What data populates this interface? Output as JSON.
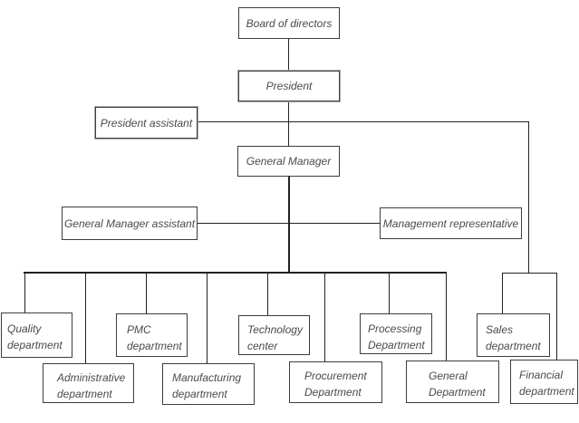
{
  "diagram": {
    "type": "organization-chart",
    "background_color": "#ffffff",
    "line_color": "#222222",
    "box_border_color": "#3d3d3d",
    "text_color": "#4a4a4a",
    "nodes": {
      "board_of_directors": {
        "label": "Board of directors"
      },
      "president": {
        "label": "President"
      },
      "president_assistant": {
        "label": "President assistant"
      },
      "general_manager": {
        "label": "General Manager"
      },
      "general_manager_assistant": {
        "label": "General Manager assistant"
      },
      "management_representative": {
        "label": "Management representative"
      },
      "quality_department": {
        "label": "Quality\ndepartment"
      },
      "administrative_department": {
        "label": "Administrative\ndepartment"
      },
      "pmc_department": {
        "label": "PMC\ndepartment"
      },
      "manufacturing_department": {
        "label": "Manufacturing\ndepartment"
      },
      "technology_center": {
        "label": "Technology\ncenter"
      },
      "procurement_department": {
        "label": "Procurement\nDepartment"
      },
      "processing_department": {
        "label": "Processing\nDepartment"
      },
      "general_department": {
        "label": "General\nDepartment"
      },
      "sales_department": {
        "label": "Sales\ndepartment"
      },
      "financial_department": {
        "label": "Financial\ndepartment"
      }
    },
    "connections": [
      "board_of_directors - president",
      "president - general_manager",
      "president_assistant - joined to president/general_manager line",
      "general_manager_assistant - joined to general_manager line",
      "management_representative - joined to general_manager line",
      "general_manager - quality_department, administrative_department, pmc_department, manufacturing_department, technology_center, procurement_department, processing_department, general_department",
      "president_assistant line - sales_department, financial_department"
    ]
  }
}
